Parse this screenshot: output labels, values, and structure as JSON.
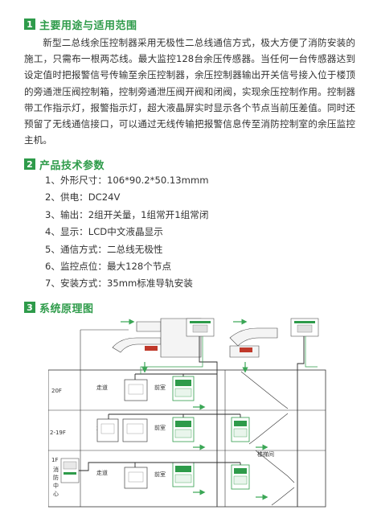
{
  "section1": {
    "number": "1",
    "title": "主要用途与适用范围",
    "paragraph": "新型二总线余压控制器采用无极性二总线通信方式，极大方便了消防安装的施工，只需布一根两芯线。最大监控128台余压传感器。当任何一台传感器达到设定值时把报警信号传输至余压控制器，余压控制器输出开关信号接入位于楼顶的旁通泄压阀控制箱，控制旁通泄压阀开阀和闭阀，实现余压控制作用。控制器带工作指示灯，报警指示灯，超大液晶屏实时显示各个节点当前压差值。同时还预留了无线通信接口，可以通过无线传输把报警信息传至消防控制室的余压监控主机。"
  },
  "section2": {
    "number": "2",
    "title": "产品技术参数",
    "items": [
      "1、外形尺寸：106*90.2*50.13mmm",
      "2、供电：DC24V",
      "3、输出：2组开关量，1组常开1组常闭",
      "4、显示：LCD中文液晶显示",
      "5、通信方式：二总线无极性",
      "6、监控点位：最大128个节点",
      "7、安装方式：35mm标准导轨安装"
    ]
  },
  "section3": {
    "number": "3",
    "title": "系统原理图"
  },
  "diagram": {
    "floors": [
      "20F",
      "2-19F",
      "1F"
    ],
    "corridor_label": "走道",
    "front_room_label": "前室",
    "stairwell_label": "楼梯间",
    "fire_center_label": "消防中心",
    "colors": {
      "wire_dark": "#2a2a2a",
      "accent_green": "#2e9b4a",
      "arrow_green": "#3aa655",
      "damper_red": "#c0392b",
      "duct_fill": "#f4f4f4"
    }
  }
}
